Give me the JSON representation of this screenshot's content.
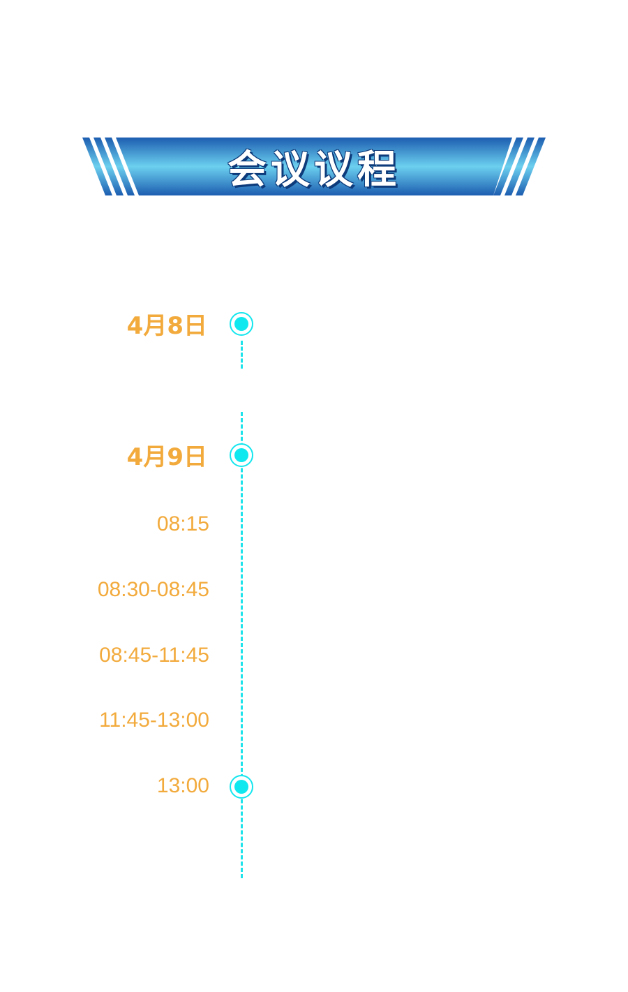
{
  "header": {
    "title": "会议议程"
  },
  "colors": {
    "accent_orange": "#f2aa3c",
    "timeline_cyan": "#13e6ee",
    "banner_dark_blue": "#1c5db0",
    "banner_light_blue": "#6cd0ef"
  },
  "agenda": {
    "days": [
      {
        "date": "4月8日"
      },
      {
        "date": "4月9日"
      }
    ],
    "times": [
      "08:15",
      "08:30-08:45",
      "08:45-11:45",
      "11:45-13:00",
      "13:00"
    ]
  }
}
